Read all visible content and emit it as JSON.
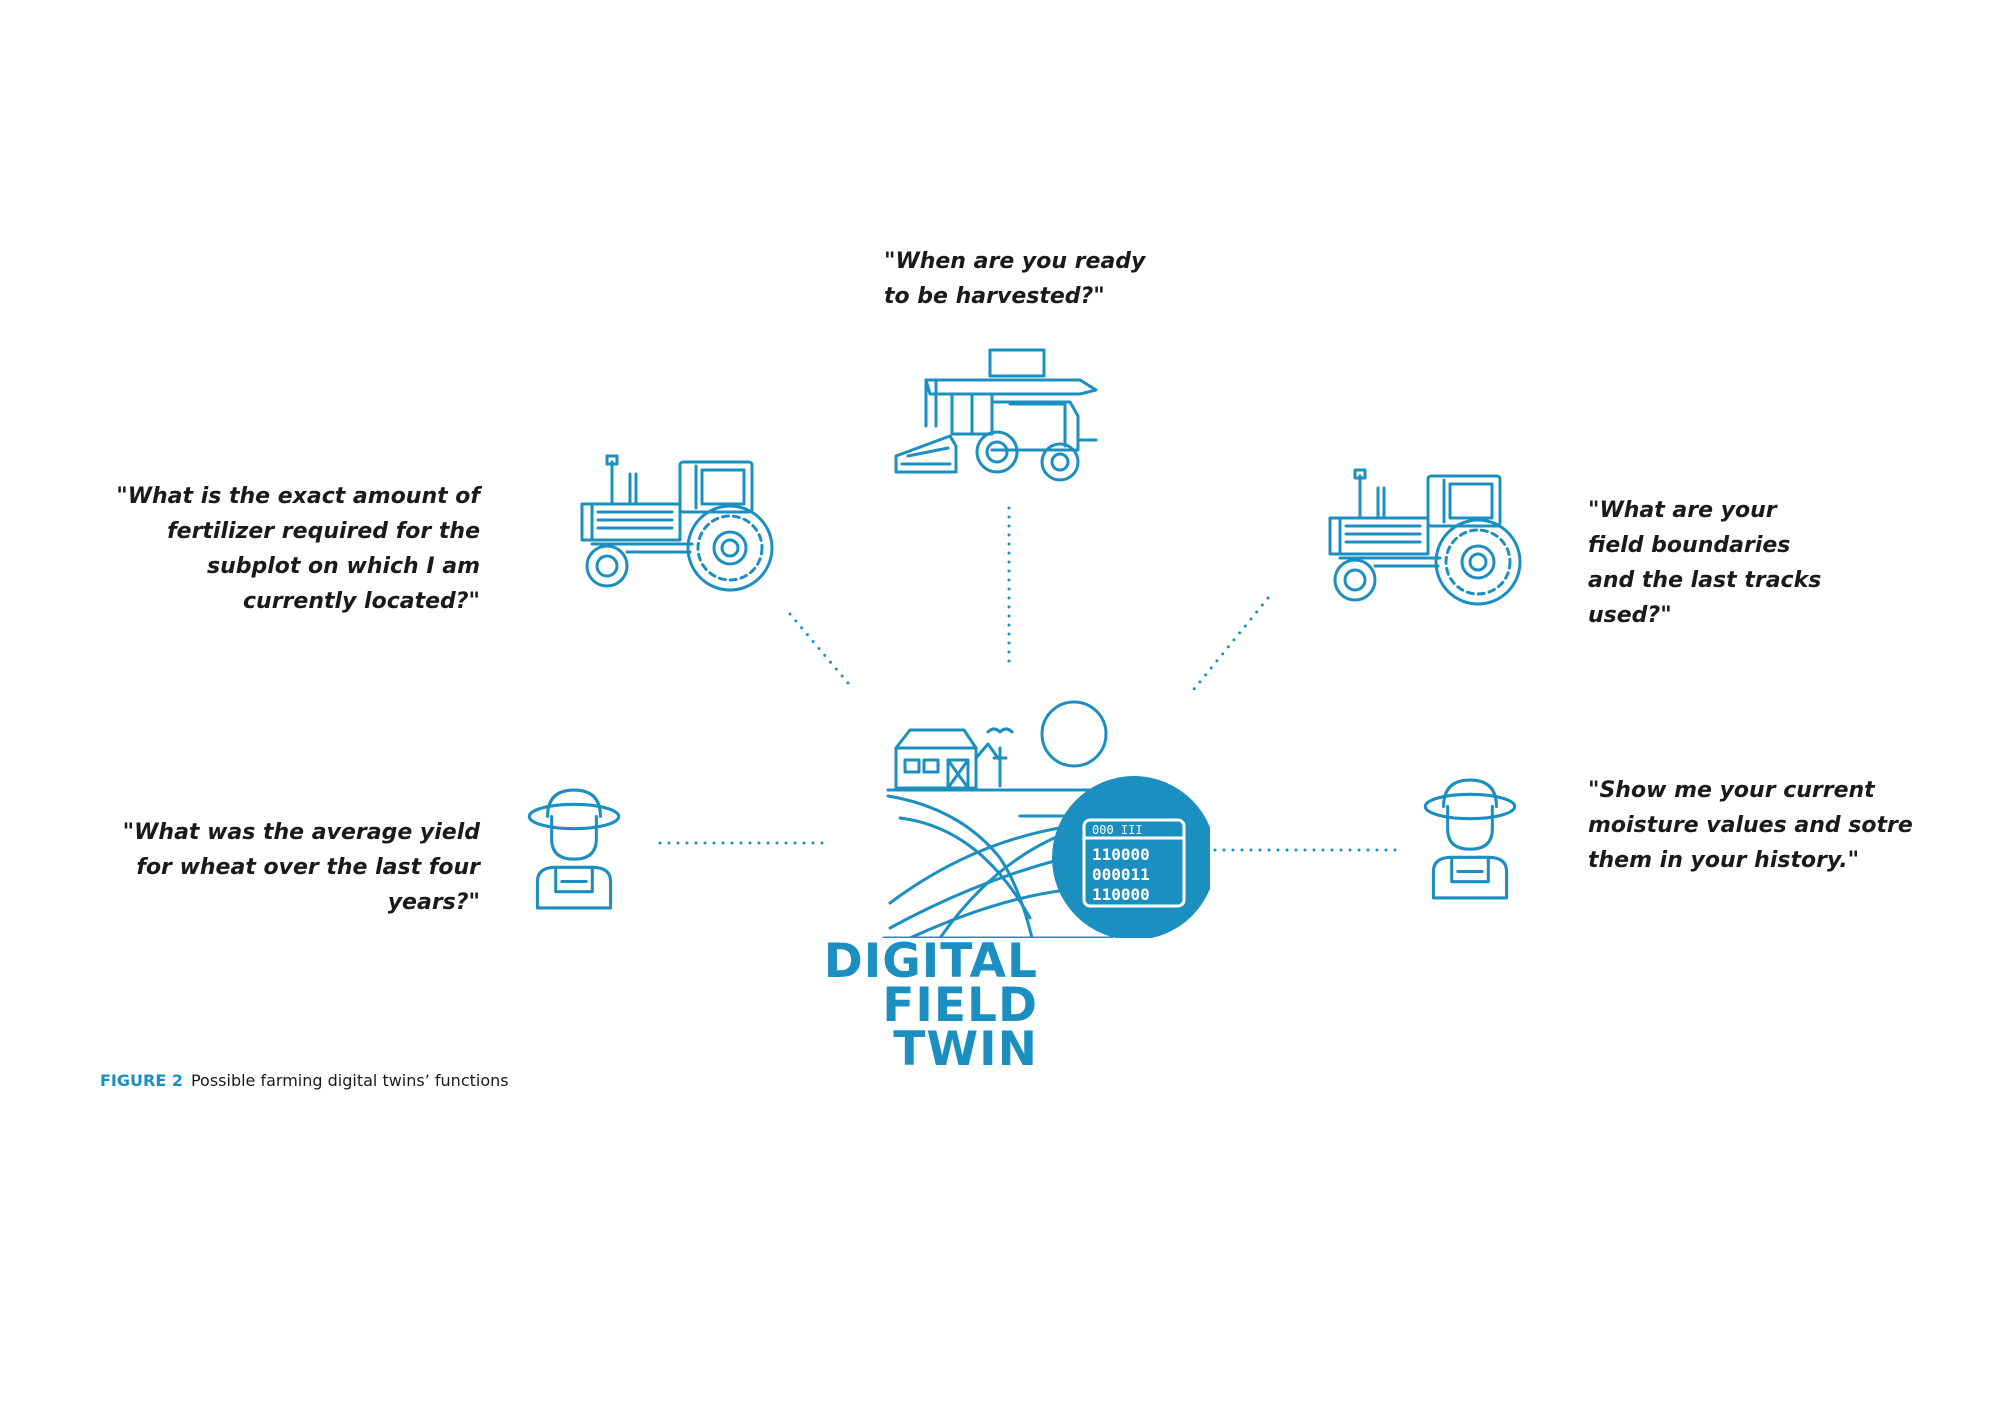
{
  "accent_color": "#1b8fc0",
  "center": {
    "title_line1": "DIGITAL",
    "title_line2": "FIELD TWIN",
    "binary_rows": [
      "000 III",
      "110000",
      "000011",
      "110000"
    ]
  },
  "questions": [
    {
      "text": "\"When are you ready to be harvested?\"",
      "icon": "combine-harvester-icon"
    },
    {
      "text": "\"What is the exact amount of fertilizer required for the subplot on which I am currently located?\"",
      "icon": "tractor-icon"
    },
    {
      "text": "\"What are your field boundaries and the last tracks used?\"",
      "icon": "tractor-icon"
    },
    {
      "text": "\"What was the average yield for wheat over the last four years?\"",
      "icon": "farmer-icon"
    },
    {
      "text": "\"Show me your current moisture values and sotre them in your history.\"",
      "icon": "farmer-icon"
    }
  ],
  "caption": {
    "label": "FIGURE 2",
    "text": "Possible farming digital twins’ functions"
  }
}
